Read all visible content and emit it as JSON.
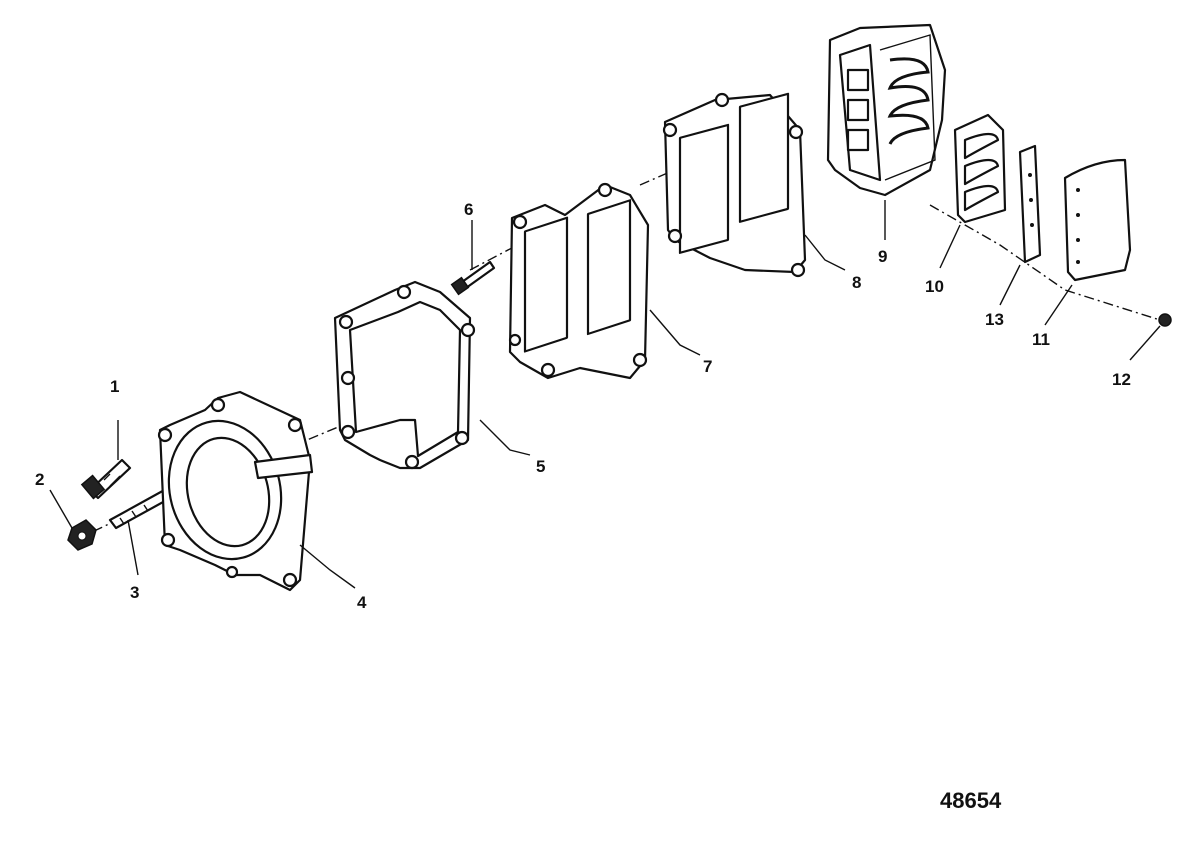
{
  "callouts": [
    {
      "id": "1",
      "text": "1"
    },
    {
      "id": "2",
      "text": "2"
    },
    {
      "id": "3",
      "text": "3"
    },
    {
      "id": "4",
      "text": "4"
    },
    {
      "id": "5",
      "text": "5"
    },
    {
      "id": "6",
      "text": "6"
    },
    {
      "id": "7",
      "text": "7"
    },
    {
      "id": "8",
      "text": "8"
    },
    {
      "id": "9",
      "text": "9"
    },
    {
      "id": "10",
      "text": "10"
    },
    {
      "id": "11",
      "text": "11"
    },
    {
      "id": "12",
      "text": "12"
    },
    {
      "id": "13",
      "text": "13"
    }
  ],
  "figure_number": "48654"
}
